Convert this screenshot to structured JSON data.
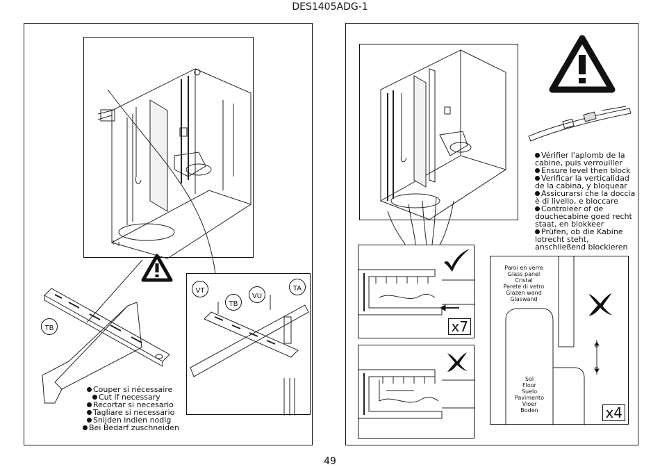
{
  "header": {
    "title": "DES1405ADG-1"
  },
  "footer": {
    "page_number": "49"
  },
  "left": {
    "labels": {
      "tb": "TB",
      "vt": "VT",
      "vu": "VU",
      "ta": "TA",
      "tb2": "TB"
    },
    "instructions": [
      "Couper si nécessaire",
      "Cut if necessary",
      "Recortar si necesario",
      "Tagliare si necessario",
      "Snijden indien nodig",
      "Bei Bedarf zuschneiden"
    ],
    "icons": [
      "warning-icon"
    ]
  },
  "right": {
    "instructions": [
      "Vérifier l'aplomb de la",
      "cabine, puis verrouiller",
      "Ensure level then block",
      "Verificar la verticalidad",
      "de la cabina, y bloquear",
      "Assicurarsi che la doccia",
      "è di livello, e bloccare",
      "Controleer of de",
      "douchecabine goed recht",
      "staat, en blokkeer",
      "Prüfen, ob die Kabine",
      "lotrecht steht,",
      "anschließend blockieren"
    ],
    "bullet_lines": [
      0,
      2,
      3,
      5,
      7,
      10
    ],
    "count_top": "x7",
    "count_right": "x4",
    "glass_panel": [
      "Paroi en verre",
      "Glass panel",
      "Cristal",
      "Parete di vetro",
      "Glazen wand",
      "Glaswand"
    ],
    "floor": [
      "Sol",
      "Floor",
      "Suelo",
      "Pavimento",
      "Vloer",
      "Boden"
    ],
    "icons": [
      "warning-icon",
      "checkmark-icon",
      "cross-icon",
      "cross-icon"
    ]
  }
}
